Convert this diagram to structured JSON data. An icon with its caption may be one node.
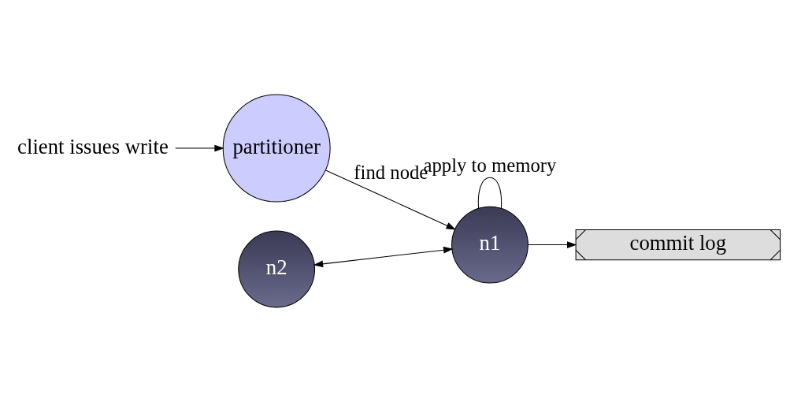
{
  "diagram": {
    "nodes": [
      {
        "text": [
          "client issues write"
        ]
      },
      {
        "text": [
          "partitioner"
        ]
      },
      {
        "text": [
          "n2"
        ]
      },
      {
        "text": [
          "n1"
        ]
      },
      {
        "text": [
          "commit log"
        ]
      }
    ],
    "edges": [
      {
        "from": 0,
        "to": 1,
        "arrow": "to"
      },
      {
        "from": 1,
        "to": 3,
        "arrow": "to",
        "label": "find node"
      },
      {
        "from": 2,
        "to": 3,
        "arrow": "both"
      },
      {
        "from": 3,
        "to": 3,
        "arrow": "none",
        "label": "apply to memory"
      },
      {
        "from": 3,
        "to": 4,
        "arrow": "to"
      }
    ]
  }
}
